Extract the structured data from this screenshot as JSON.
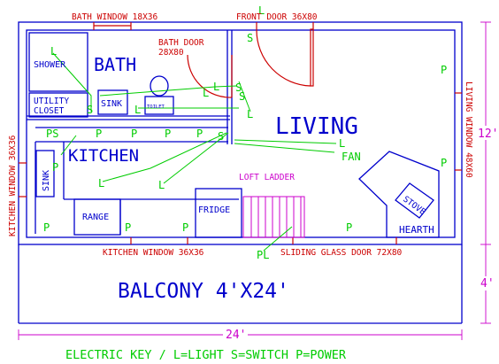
{
  "windows": {
    "bath": "BATH WINDOW 18X36",
    "front_door": "FRONT DOOR 36X80",
    "bath_door_line1": "BATH DOOR",
    "bath_door_line2": "28X80",
    "kitchen_bottom": "KITCHEN WINDOW 36X36",
    "sliding_door": "SLIDING GLASS DOOR 72X80",
    "kitchen_left": "KITCHEN WINDOW 36X36",
    "living_right": "LIVING WINDOW 48X60"
  },
  "rooms": {
    "shower": "SHOWER",
    "bath": "BATH",
    "utility_line1": "UTILITY",
    "utility_line2": "CLOSET",
    "sink_bath": "SINK",
    "toilet": "TOILET",
    "living": "LIVING",
    "kitchen": "KITCHEN",
    "sink_kitchen": "SINK",
    "range": "RANGE",
    "fridge": "FRIDGE",
    "loft_ladder": "LOFT LADDER",
    "stove": "STOVE",
    "hearth": "HEARTH",
    "fan": "FAN",
    "balcony": "BALCONY 4'X24'"
  },
  "dimensions": {
    "width": "24'",
    "depth": "12'",
    "balcony_depth": "4'"
  },
  "symbols": {
    "light": "L",
    "switch": "S",
    "power": "P",
    "power_switch": "PS",
    "power_light": "PL"
  },
  "legend": "ELECTRIC KEY / L=LIGHT S=SWITCH P=POWER",
  "colors": {
    "wall": "#0000cc",
    "window_red": "#cc0000",
    "electric_green": "#00cc00",
    "ladder_magenta": "#cc00cc",
    "dimension_magenta": "#cc00cc"
  }
}
